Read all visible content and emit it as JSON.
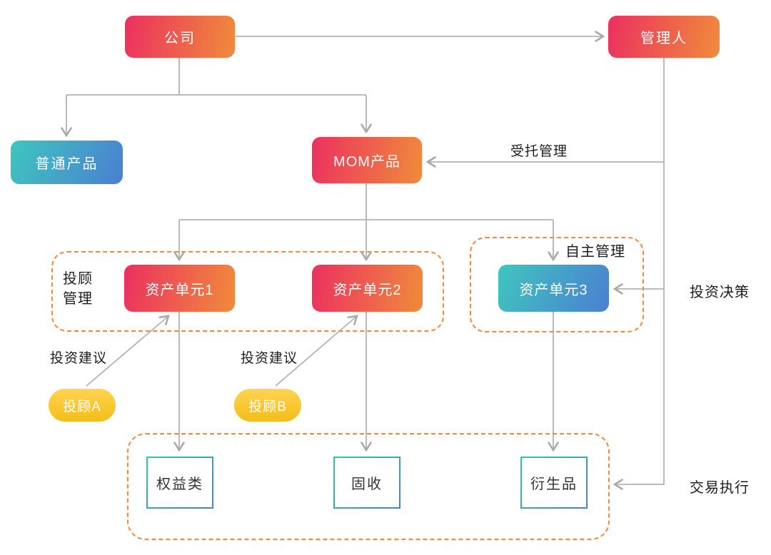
{
  "diagram": {
    "title_hint": "MOM product management structure diagram",
    "nodes": {
      "company": "公司",
      "manager": "管理人",
      "ordinary_product": "普通产品",
      "mom_product": "MOM产品",
      "asset_unit_1": "资产单元1",
      "asset_unit_2": "资产单元2",
      "asset_unit_3": "资产单元3",
      "advisor_a": "投顾A",
      "advisor_b": "投顾B",
      "equity": "权益类",
      "fixed_income": "固收",
      "derivatives": "衍生品"
    },
    "groups": {
      "advisory_management": "投顾管理",
      "self_management": "自主管理"
    },
    "edge_labels": {
      "entrusted_management": "受托管理",
      "investment_decision": "投资决策",
      "trade_execution": "交易执行",
      "investment_advice_a": "投资建议",
      "investment_advice_b": "投资建议"
    },
    "colors": {
      "red_gradient_start": "#ec3060",
      "red_gradient_end": "#f08b3b",
      "teal_gradient_start": "#3fc6be",
      "teal_gradient_end": "#4a7fd2",
      "yellow_gradient_start": "#ffd452",
      "yellow_gradient_end": "#f4bd18",
      "outline_box_gradient_start": "#35c897",
      "outline_box_gradient_end": "#4b7fd7",
      "dashed_border": "#f6893e",
      "connector": "#b3b3b3",
      "label_text": "#1e1e1e"
    }
  }
}
